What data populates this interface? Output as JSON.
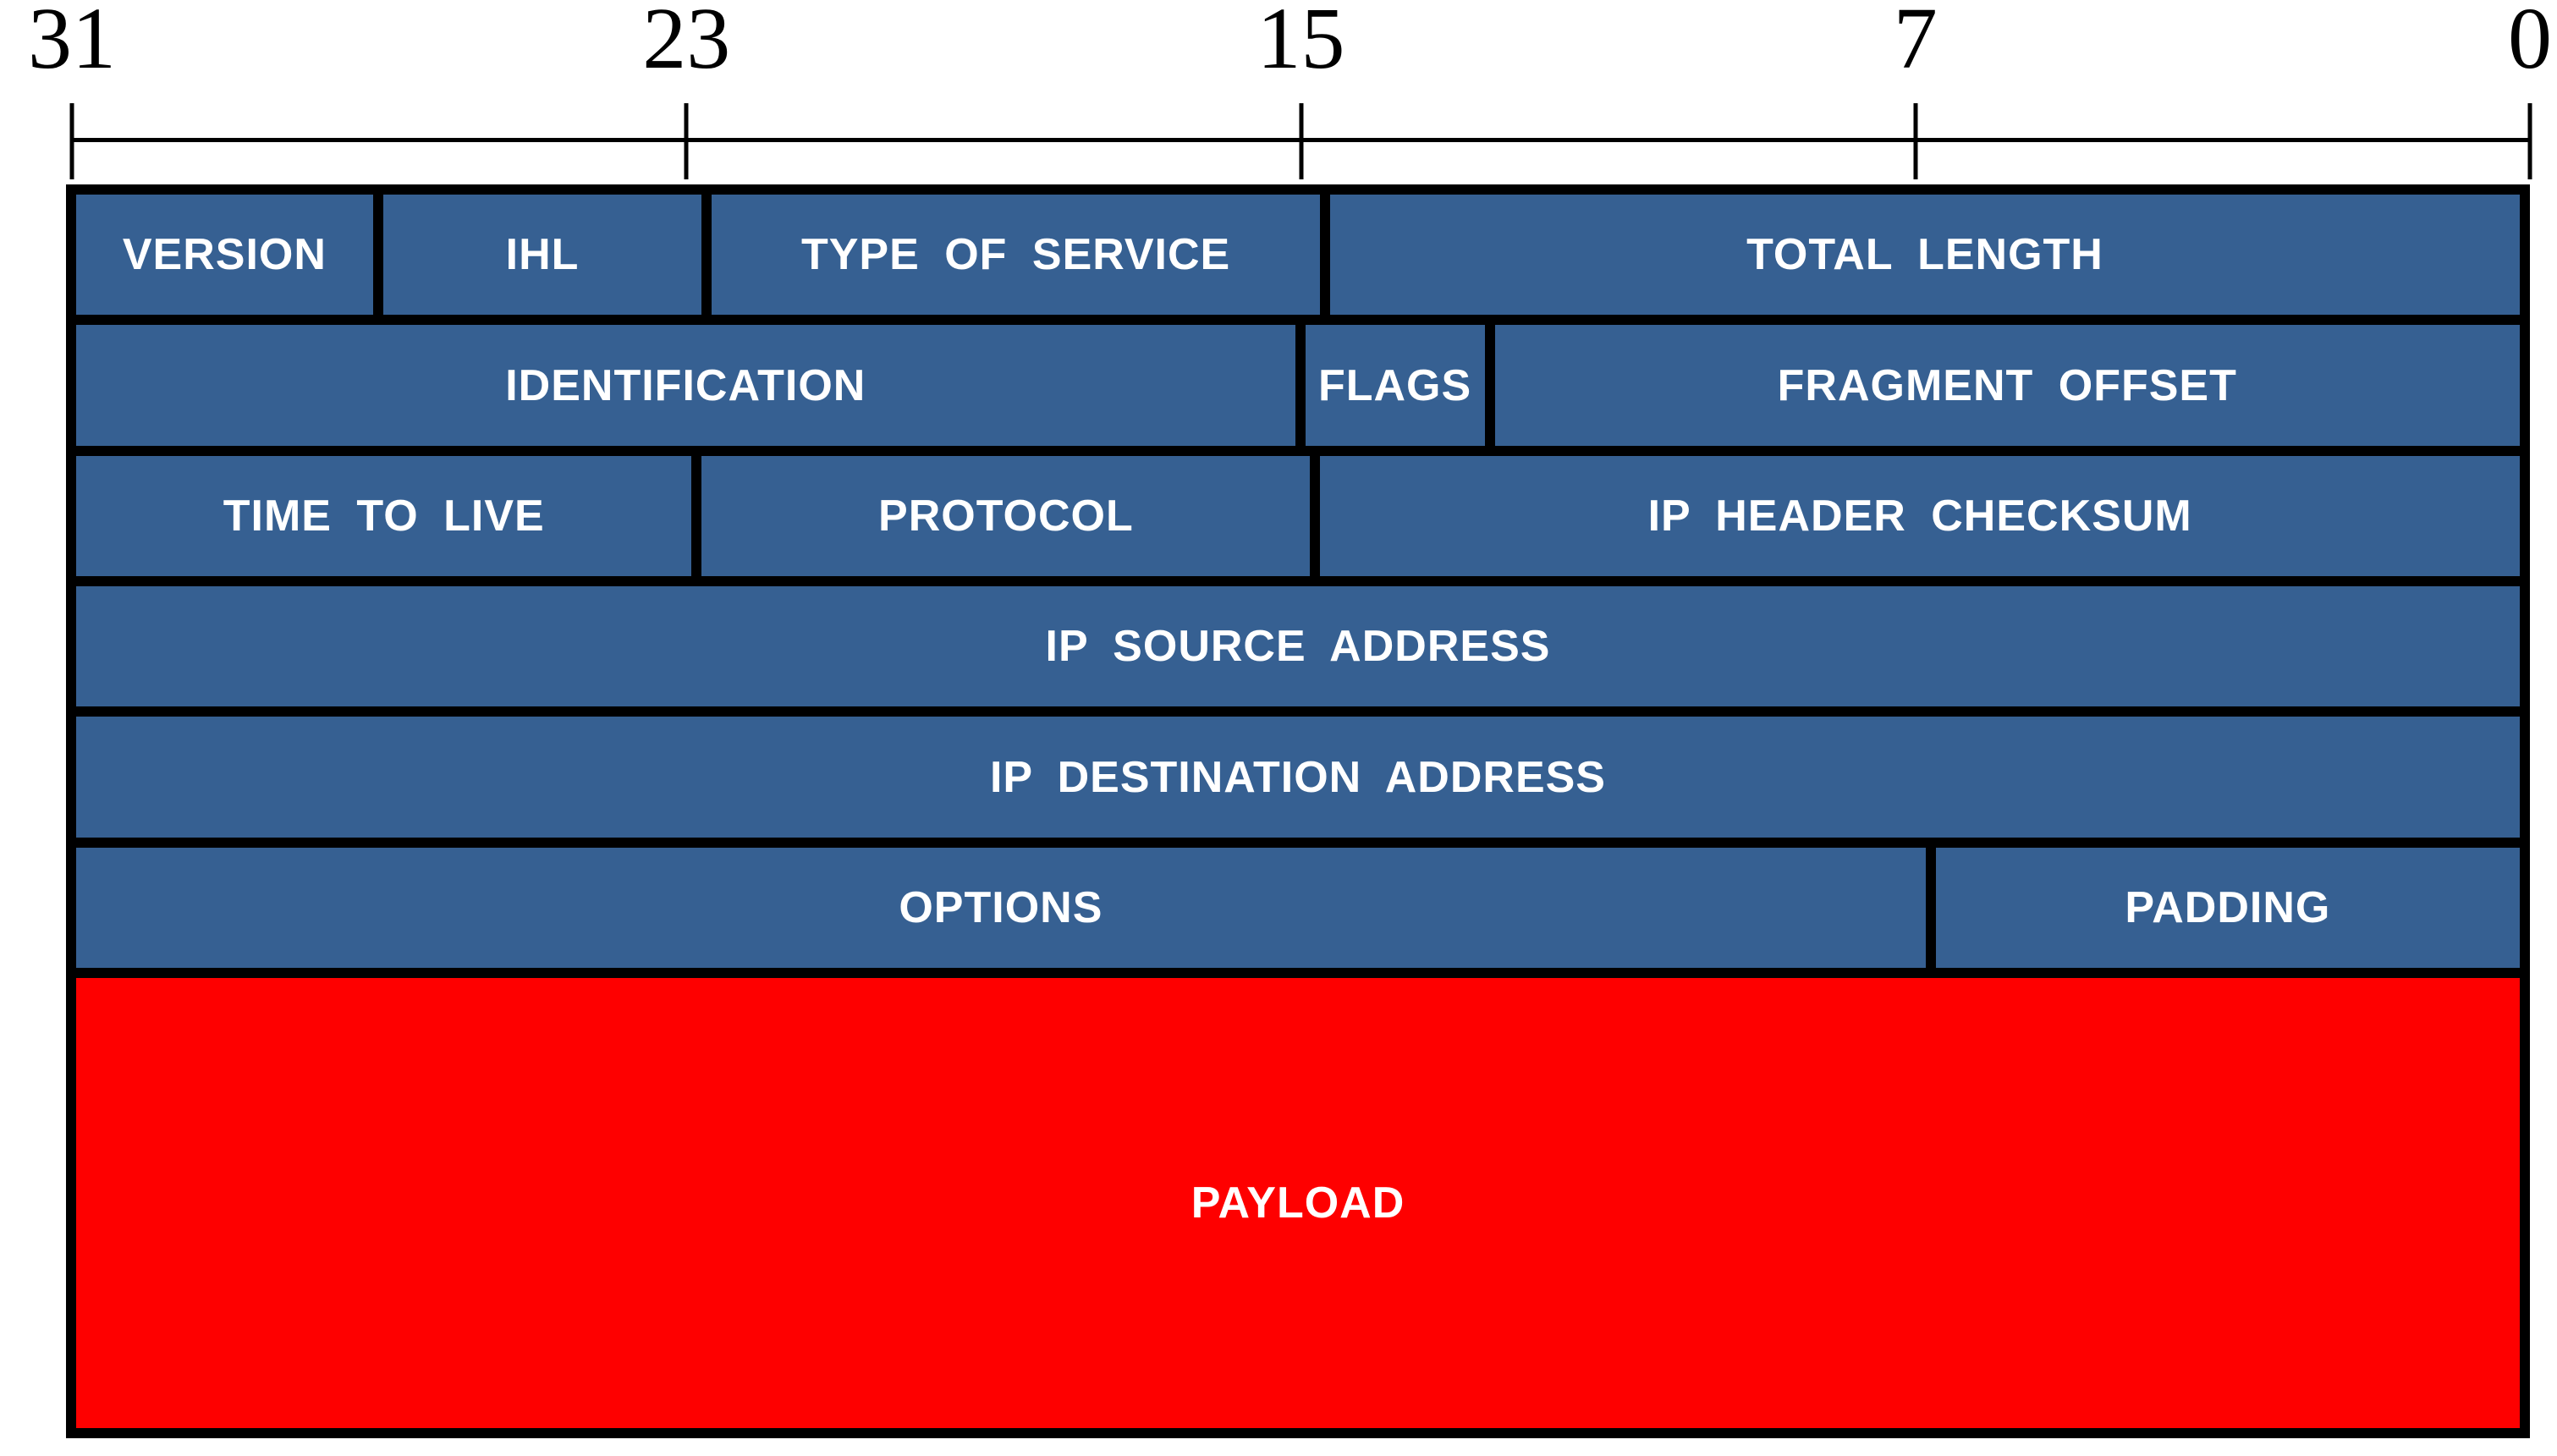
{
  "bit_ruler": {
    "labels": [
      {
        "text": "31",
        "x_pct": 0
      },
      {
        "text": "23",
        "x_pct": 25
      },
      {
        "text": "15",
        "x_pct": 50
      },
      {
        "text": "7",
        "x_pct": 75
      },
      {
        "text": "0",
        "x_pct": 100
      }
    ]
  },
  "rows": [
    {
      "type": "header-word",
      "cells": [
        {
          "label": "VERSION",
          "w": 12.3
        },
        {
          "label": "IHL",
          "w": 13.2
        },
        {
          "label": "TYPE OF SERVICE",
          "w": 25.2
        },
        {
          "label": "TOTAL LENGTH",
          "w": 49.3
        }
      ]
    },
    {
      "type": "header-word",
      "cells": [
        {
          "label": "IDENTIFICATION",
          "w": 50.3
        },
        {
          "label": "FLAGS",
          "w": 7.4
        },
        {
          "label": "FRAGMENT OFFSET",
          "w": 42.3
        }
      ]
    },
    {
      "type": "header-word",
      "cells": [
        {
          "label": "TIME TO LIVE",
          "w": 25.4
        },
        {
          "label": "PROTOCOL",
          "w": 25.1
        },
        {
          "label": "IP HEADER CHECKSUM",
          "w": 49.5
        }
      ]
    },
    {
      "type": "header-word",
      "cells": [
        {
          "label": "IP SOURCE ADDRESS",
          "w": 100
        }
      ]
    },
    {
      "type": "header-word",
      "cells": [
        {
          "label": "IP DESTINATION ADDRESS",
          "w": 100
        }
      ]
    },
    {
      "type": "header-word",
      "cells": [
        {
          "label": "OPTIONS",
          "w": 76
        },
        {
          "label": "PADDING",
          "w": 24
        }
      ]
    },
    {
      "type": "payload",
      "cells": [
        {
          "label": "PAYLOAD",
          "w": 100
        }
      ]
    }
  ],
  "colors": {
    "background": "#ffffff",
    "grid": "#000000",
    "field_fill": "#366092",
    "payload_fill": "#fe0000",
    "label_text": "#ffffff",
    "ruler_text": "#000000"
  }
}
